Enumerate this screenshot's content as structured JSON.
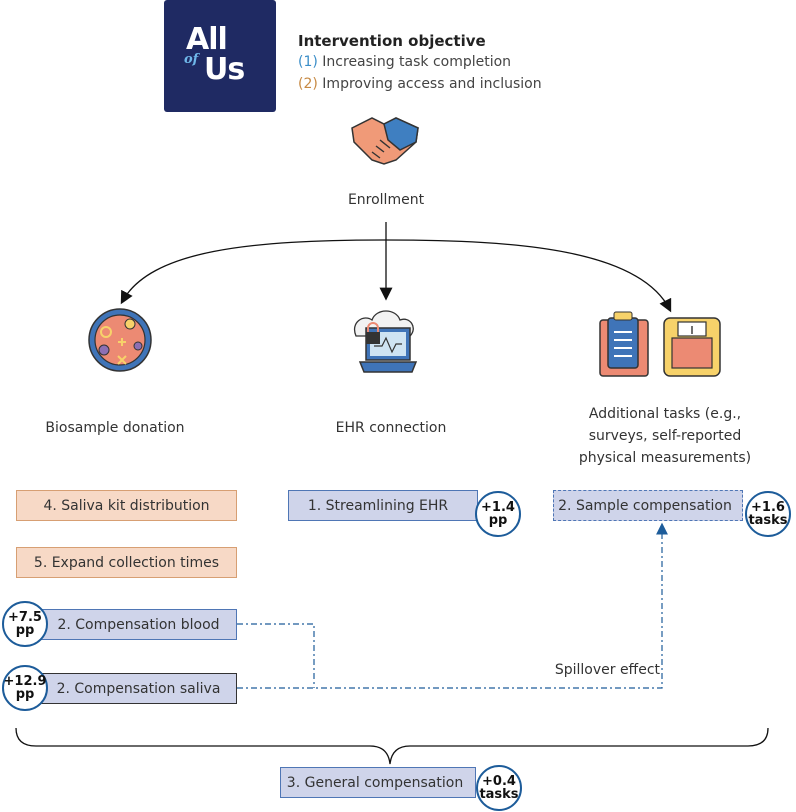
{
  "logo": {
    "line1": "All",
    "line2": "of",
    "line3": "Us"
  },
  "objective": {
    "title": "Intervention objective",
    "item1_num": "(1)",
    "item1_text": "Increasing task completion",
    "item2_num": "(2)",
    "item2_text": "Improving access and inclusion"
  },
  "enrollment": "Enrollment",
  "categories": {
    "biosample": "Biosample donation",
    "ehr": "EHR connection",
    "additional_1": "Additional tasks (e.g.,",
    "additional_2": "surveys, self-reported",
    "additional_3": "physical measurements)"
  },
  "interventions": {
    "saliva_kit": "4. Saliva kit distribution",
    "expand_times": "5. Expand collection times",
    "comp_blood": "2. Compensation blood",
    "comp_saliva": "2. Compensation saliva",
    "streamlining": "1. Streamlining EHR",
    "sample_comp": "2. Sample compensation",
    "general_comp": "3. General compensation"
  },
  "effects": {
    "blood_v": "+7.5",
    "blood_u": "pp",
    "saliva_v": "+12.9",
    "saliva_u": "pp",
    "ehr_v": "+1.4",
    "ehr_u": "pp",
    "sample_v": "+1.6",
    "sample_u": "tasks",
    "general_v": "+0.4",
    "general_u": "tasks"
  },
  "spillover": "Spillover effect",
  "colors": {
    "navy": "#1f2a63",
    "blue_box": "#cfd4ea",
    "orange_box": "#f7d9c6",
    "num_blue": "#3b8ec8",
    "num_orange": "#c78a44",
    "badge_border": "#1d5c9a"
  },
  "icons": [
    "handshake-icon",
    "petri-dish-icon",
    "laptop-cloud-lock-icon",
    "clipboard-icon",
    "scale-icon"
  ]
}
